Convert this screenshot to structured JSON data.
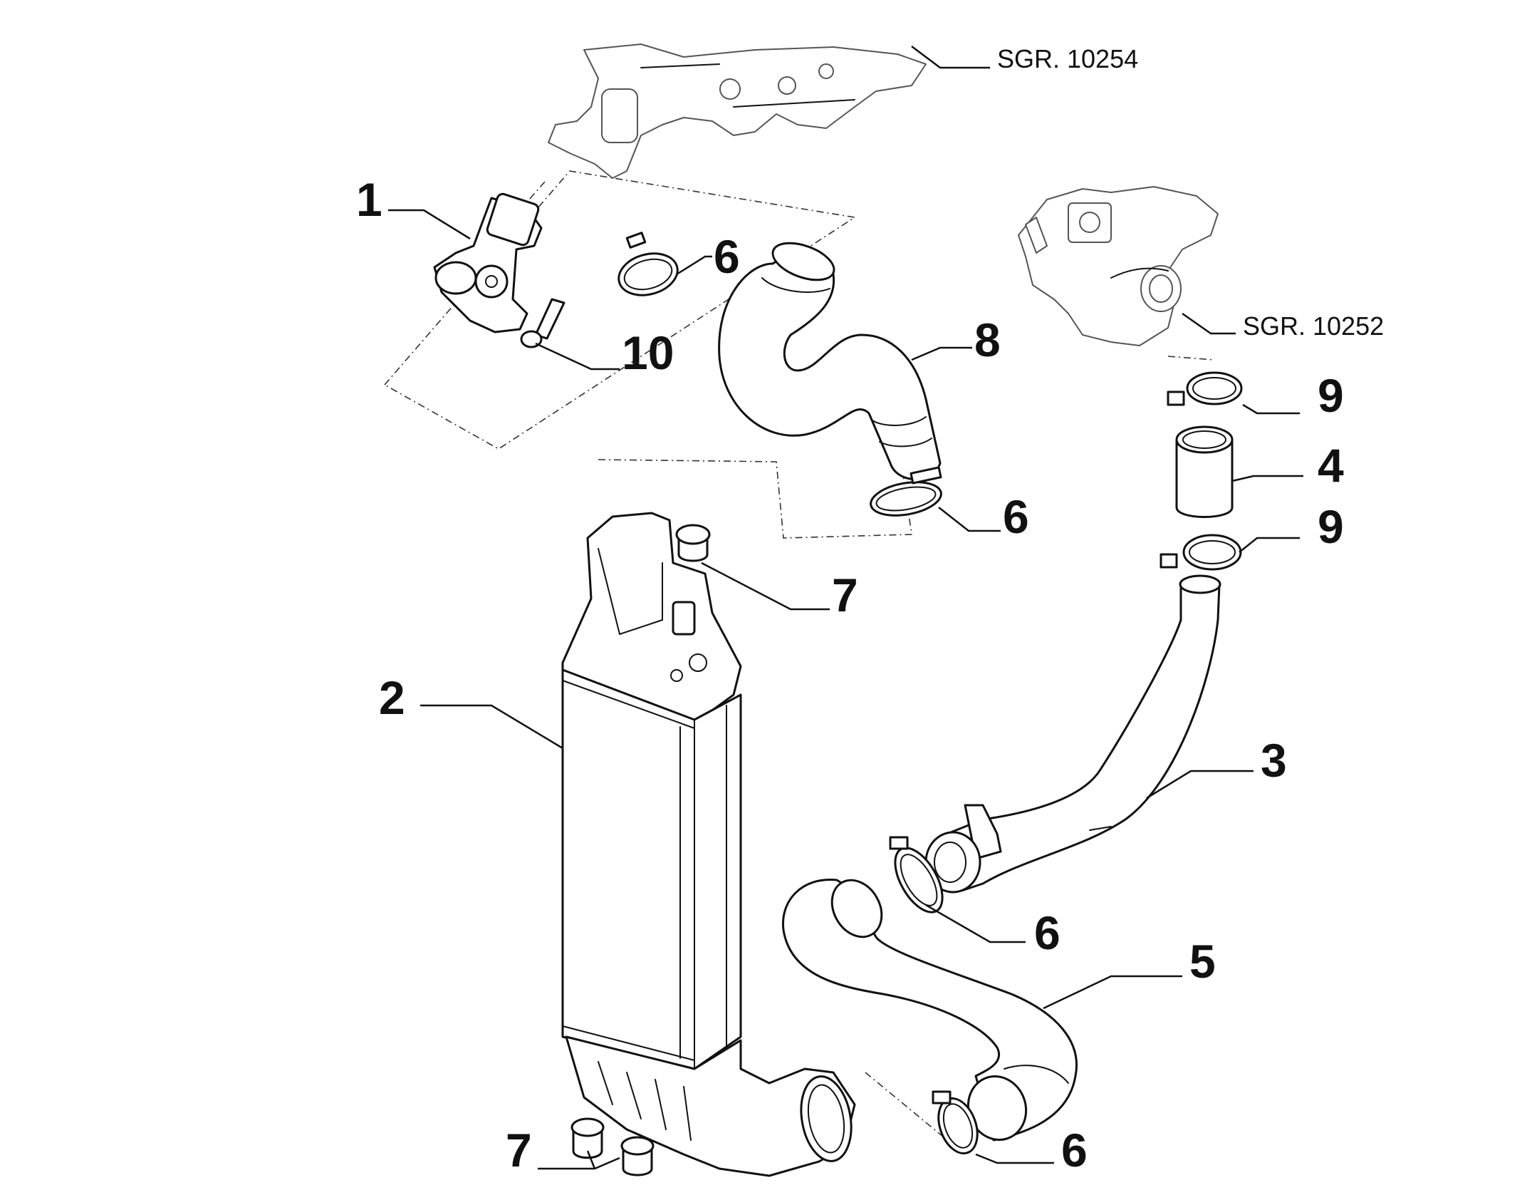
{
  "references": {
    "upper_left": "SGR. 10254",
    "upper_right": "SGR. 10252"
  },
  "callouts": {
    "c1": "1",
    "c2": "2",
    "c3": "3",
    "c4": "4",
    "c5": "5",
    "c6a": "6",
    "c6b": "6",
    "c6c": "6",
    "c6d": "6",
    "c7a": "7",
    "c7b": "7",
    "c8": "8",
    "c9a": "9",
    "c9b": "9",
    "c10": "10"
  }
}
